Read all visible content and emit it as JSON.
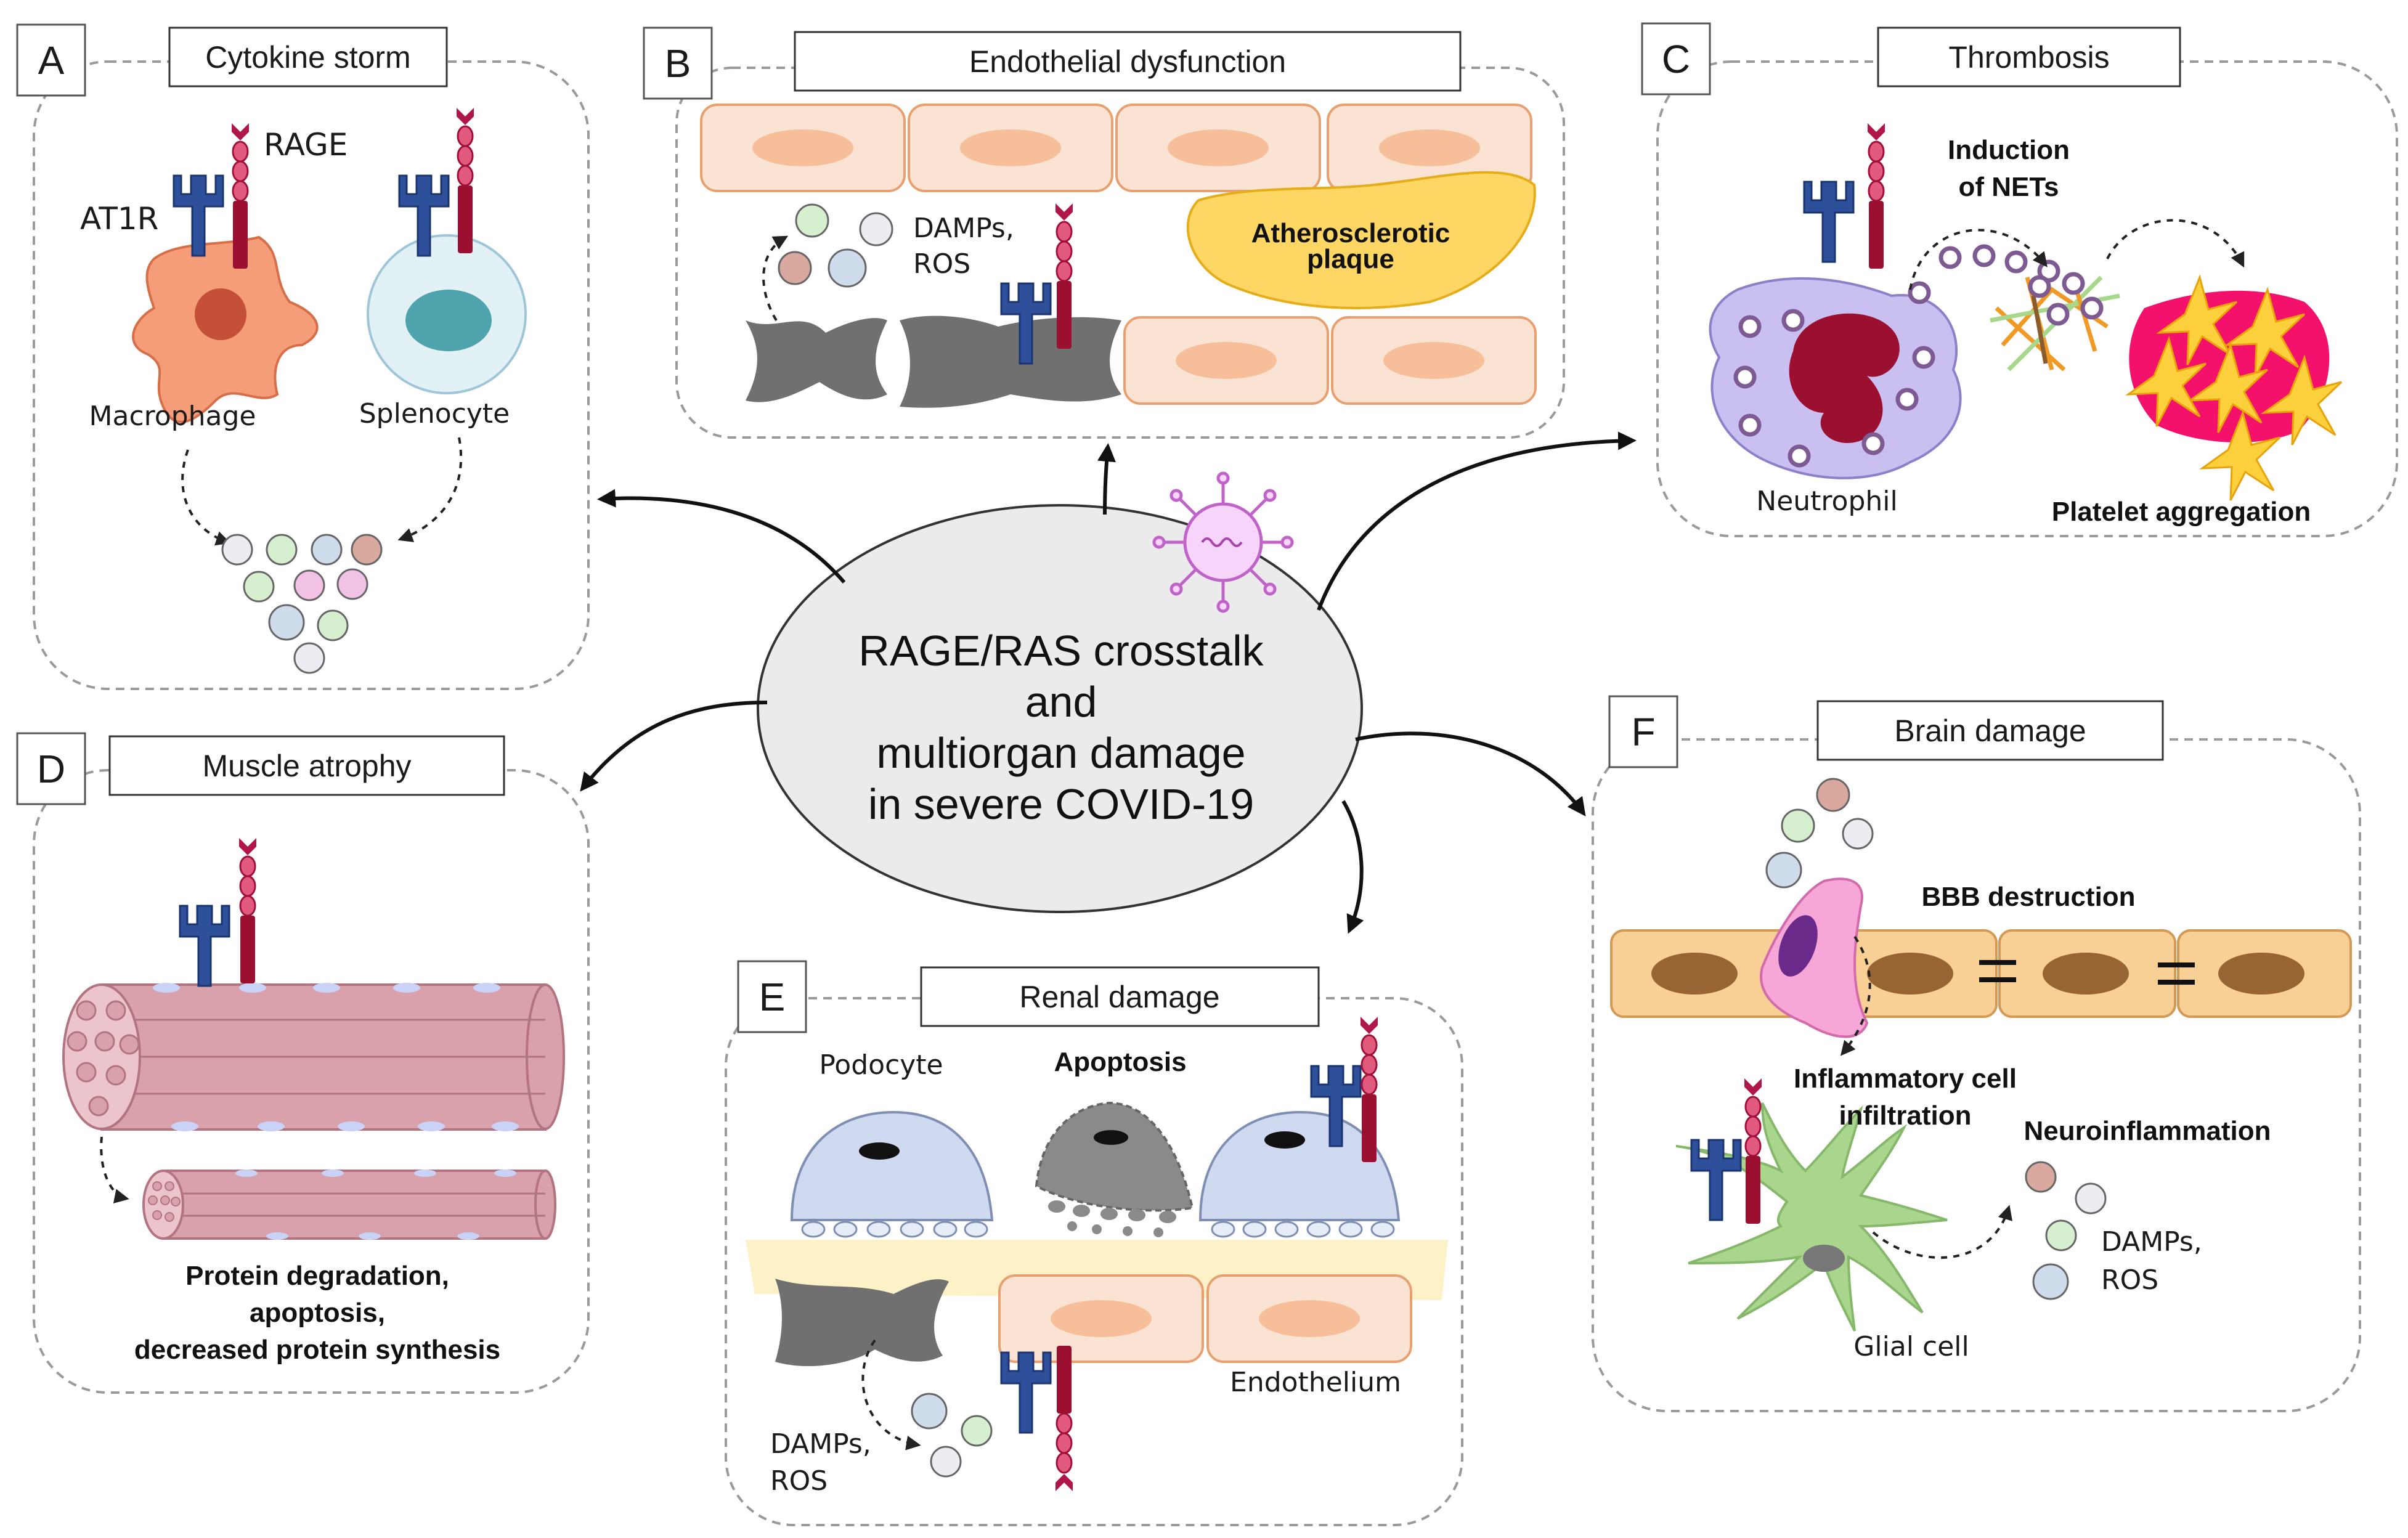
{
  "center": {
    "lines": [
      "RAGE/RAS crosstalk",
      "and",
      "multiorgan damage",
      "in severe COVID-19"
    ]
  },
  "panels": {
    "A": {
      "letter": "A",
      "title": "Cytokine storm",
      "labels": {
        "rage": "RAGE",
        "at1r": "AT1R",
        "macrophage": "Macrophage",
        "splenocyte": "Splenocyte"
      }
    },
    "B": {
      "letter": "B",
      "title": "Endothelial dysfunction",
      "labels": {
        "damps": "DAMPs,",
        "ros": "ROS",
        "plaque_line1": "Atherosclerotic",
        "plaque_line2": "plaque"
      }
    },
    "C": {
      "letter": "C",
      "title": "Thrombosis",
      "labels": {
        "nets_line1": "Induction",
        "nets_line2": "of NETs",
        "neutrophil": "Neutrophil",
        "platelet": "Platelet aggregation"
      }
    },
    "D": {
      "letter": "D",
      "title": "Muscle atrophy",
      "labels": {
        "line1": "Protein degradation,",
        "line2": "apoptosis,",
        "line3": "decreased protein synthesis"
      }
    },
    "E": {
      "letter": "E",
      "title": "Renal damage",
      "labels": {
        "podocyte": "Podocyte",
        "apoptosis": "Apoptosis",
        "endothelium": "Endothelium",
        "damps": "DAMPs,",
        "ros": "ROS"
      }
    },
    "F": {
      "letter": "F",
      "title": "Brain damage",
      "labels": {
        "bbb": "BBB destruction",
        "infiltration_line1": "Inflammatory cell",
        "infiltration_line2": "infiltration",
        "neuro": "Neuroinflammation",
        "damps": "DAMPs,",
        "ros": "ROS",
        "glial": "Glial cell"
      }
    }
  },
  "colors": {
    "at1r": "#2e4f9a",
    "rage_stem": "#9b1030",
    "rage_bead": "#e25a7d",
    "macrophage": "#f59d78",
    "splenocyte_nucleus": "#4ea3ad",
    "endothelium": "#fbe3d3",
    "plaque": "#fdd663",
    "neutrophil": "#c9bff0",
    "platelet": "#f4116b",
    "muscle": "#d9a1ab",
    "podocyte": "#cfdaf0",
    "glial": "#a9d68c",
    "brain_endothelium": "#f8cf94",
    "virus": "#e390e6"
  },
  "icons": [
    "rage-receptor-icon",
    "at1r-receptor-icon",
    "virus-icon",
    "macrophage-icon",
    "neutrophil-icon",
    "platelet-icon",
    "muscle-fiber-icon",
    "podocyte-icon",
    "glial-cell-icon"
  ]
}
